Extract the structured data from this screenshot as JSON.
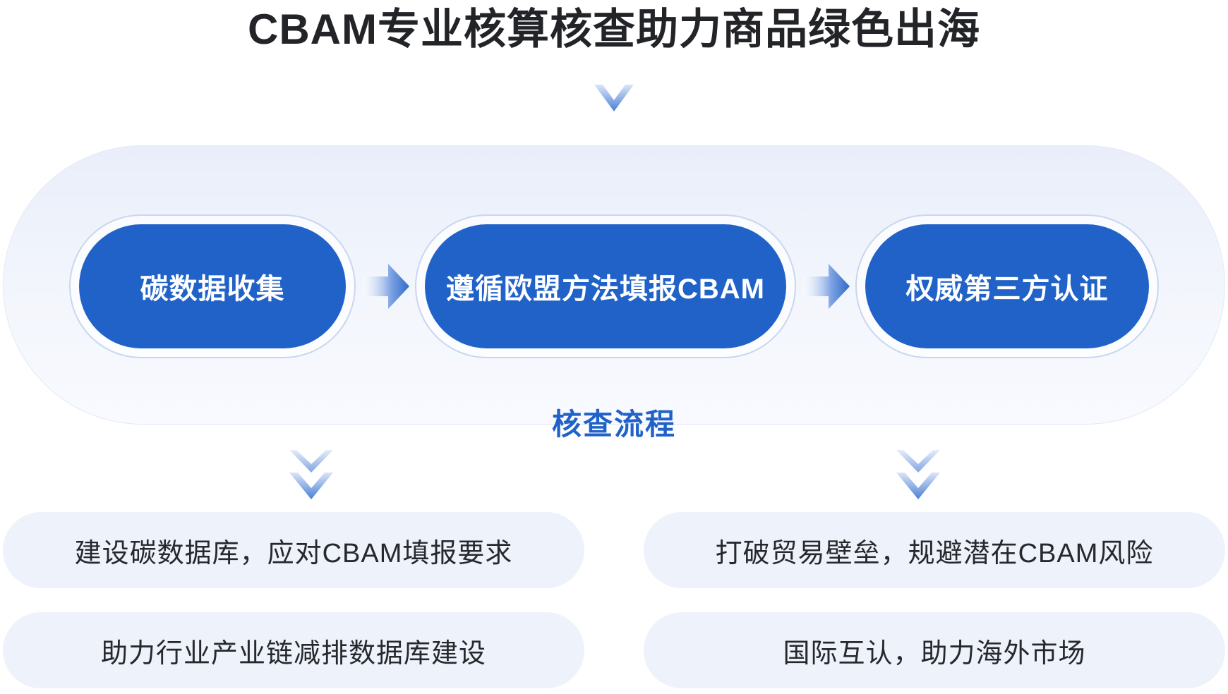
{
  "title": "CBAM专业核算核查助力商品绿色出海",
  "process": {
    "steps": [
      {
        "label": "碳数据收集"
      },
      {
        "label": "遵循欧盟方法填报CBAM"
      },
      {
        "label": "权威第三方认证"
      }
    ],
    "label": "核查流程"
  },
  "benefits": {
    "left": [
      {
        "text": "建设碳数据库，应对CBAM填报要求"
      },
      {
        "text": "助力行业产业链减排数据库建设"
      }
    ],
    "right": [
      {
        "text": "打破贸易壁垒，规避潜在CBAM风险"
      },
      {
        "text": "国际互认，助力海外市场"
      }
    ]
  },
  "colors": {
    "primary_blue": "#2062c8",
    "panel_bg": "#eef2fa",
    "title_text": "#222428"
  },
  "icons": [
    "chevron-down-icon",
    "arrow-right-icon"
  ]
}
